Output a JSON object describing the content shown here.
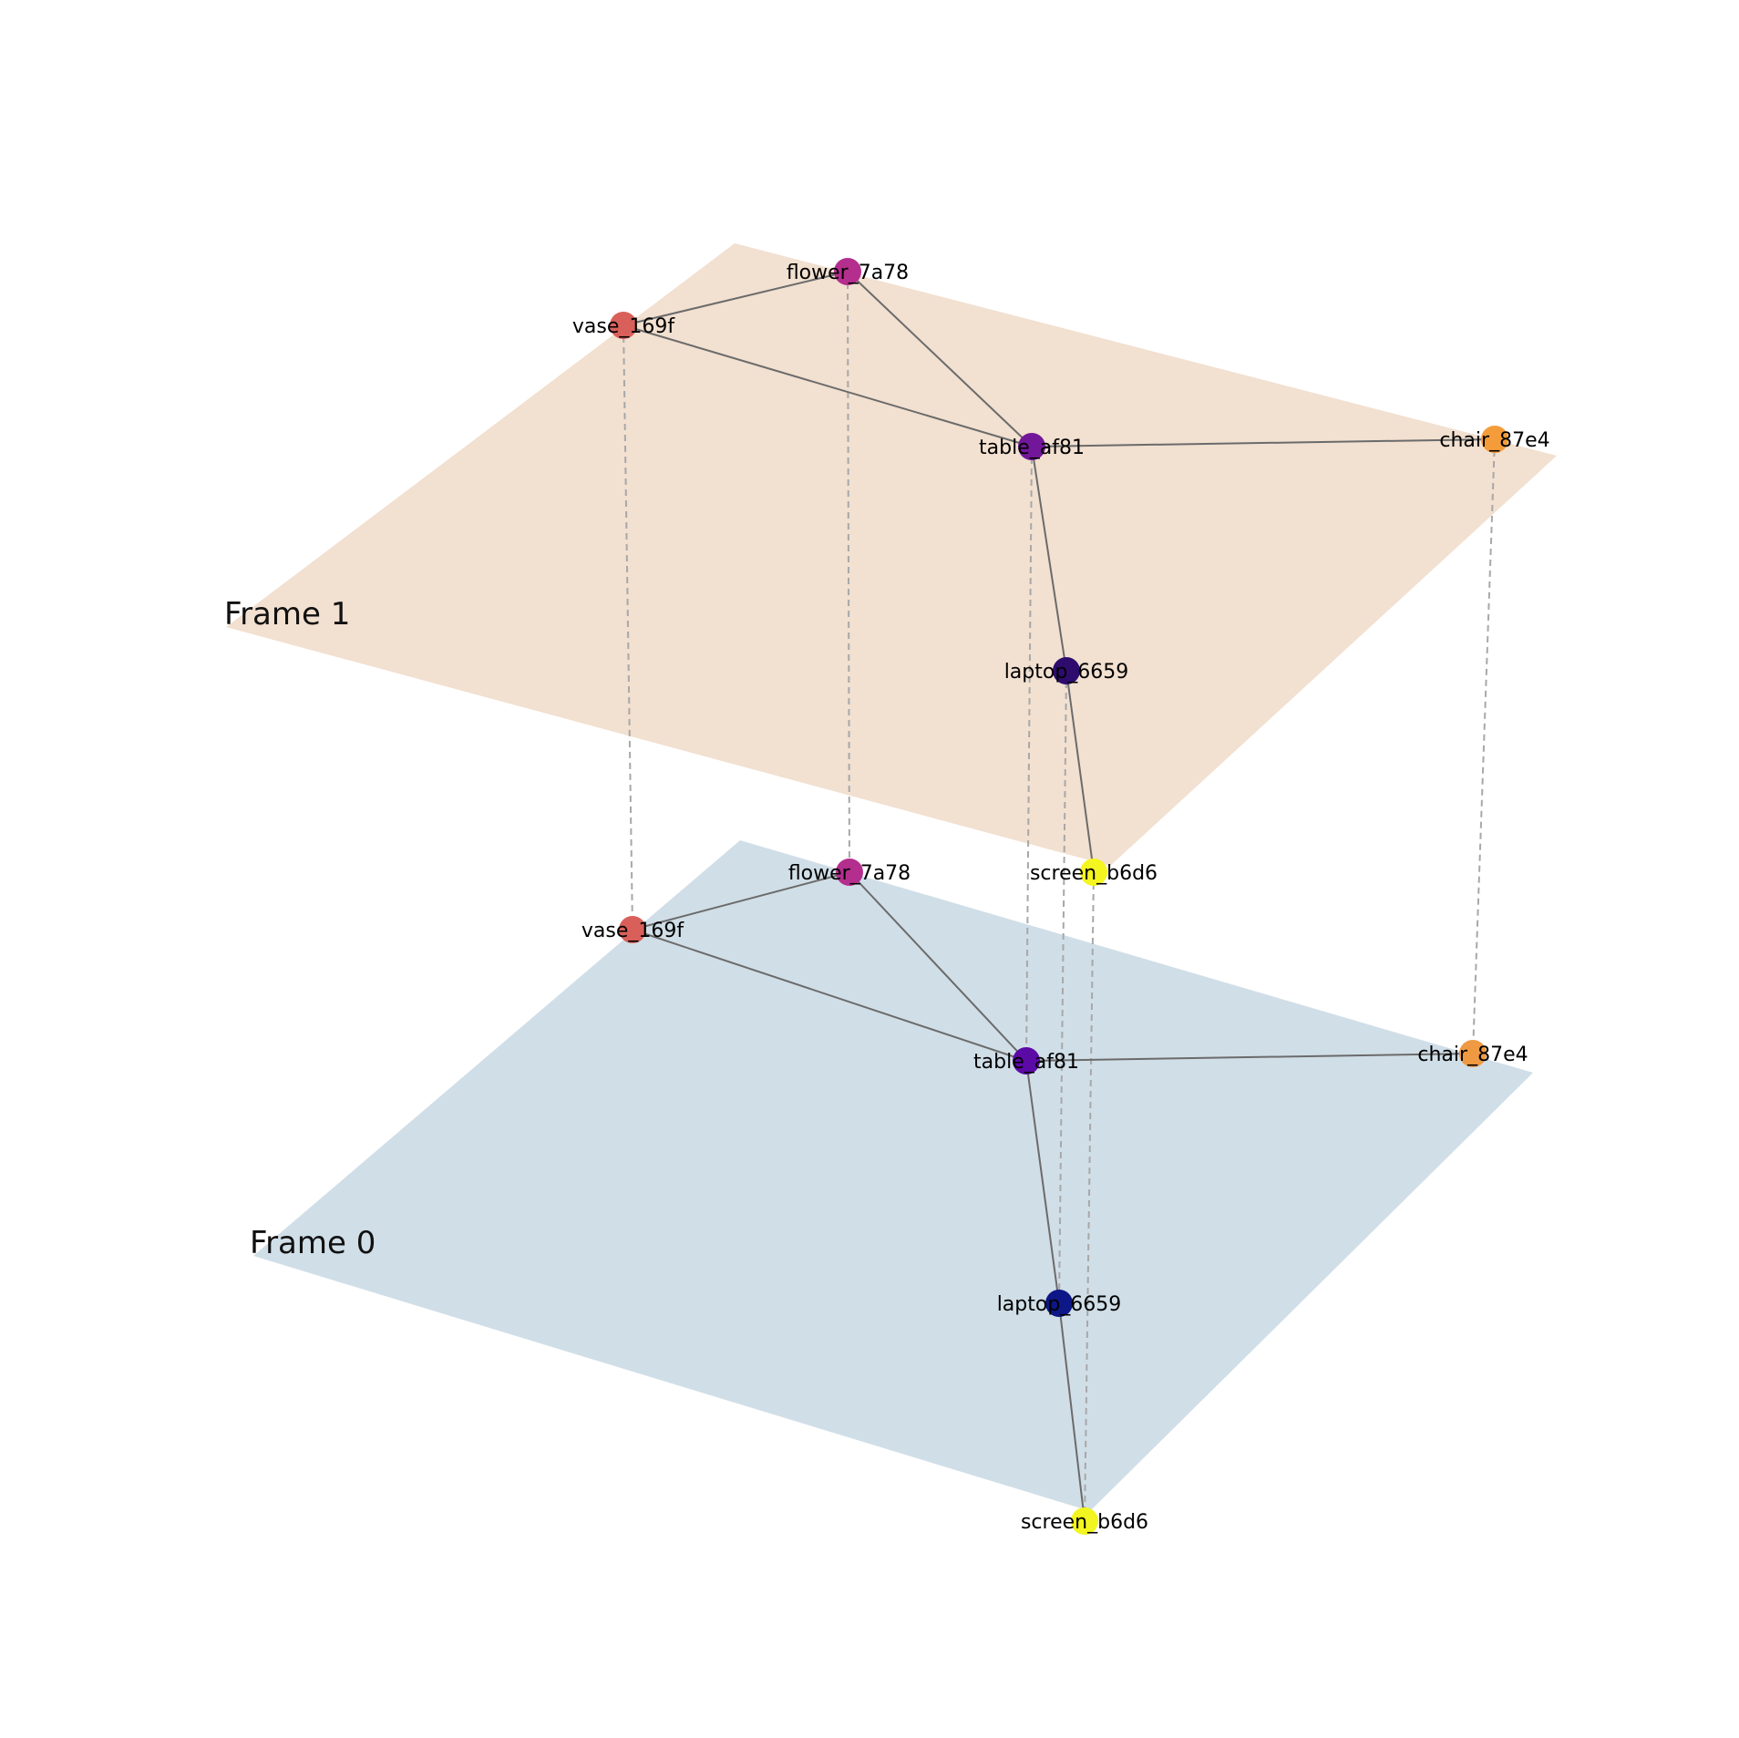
{
  "frames": [
    {
      "id": "frame0",
      "label": "Frame 0",
      "plane_color": "#d0dee7",
      "nodes": [
        {
          "id": "flower_7a78",
          "label": "flower_7a78",
          "color": "#b42e8e"
        },
        {
          "id": "vase_169f",
          "label": "vase_169f",
          "color": "#d9605a"
        },
        {
          "id": "table_af81",
          "label": "table_af81",
          "color": "#5c0aa6"
        },
        {
          "id": "chair_87e4",
          "label": "chair_87e4",
          "color": "#ef9a42"
        },
        {
          "id": "laptop_6659",
          "label": "laptop_6659",
          "color": "#0d1787"
        },
        {
          "id": "screen_b6d6",
          "label": "screen_b6d6",
          "color": "#f2f520"
        }
      ],
      "edges": [
        [
          "vase_169f",
          "flower_7a78"
        ],
        [
          "vase_169f",
          "table_af81"
        ],
        [
          "flower_7a78",
          "table_af81"
        ],
        [
          "table_af81",
          "chair_87e4"
        ],
        [
          "table_af81",
          "laptop_6659"
        ],
        [
          "laptop_6659",
          "screen_b6d6"
        ]
      ]
    },
    {
      "id": "frame1",
      "label": "Frame 1",
      "plane_color": "#f2e0d0",
      "nodes": [
        {
          "id": "flower_7a78",
          "label": "flower_7a78",
          "color": "#b42e8e"
        },
        {
          "id": "vase_169f",
          "label": "vase_169f",
          "color": "#d9605a"
        },
        {
          "id": "table_af81",
          "label": "table_af81",
          "color": "#73179a"
        },
        {
          "id": "chair_87e4",
          "label": "chair_87e4",
          "color": "#f59c3a"
        },
        {
          "id": "laptop_6659",
          "label": "laptop_6659",
          "color": "#2e0c6e"
        },
        {
          "id": "screen_b6d6",
          "label": "screen_b6d6",
          "color": "#f5f520"
        }
      ],
      "edges": [
        [
          "vase_169f",
          "flower_7a78"
        ],
        [
          "vase_169f",
          "table_af81"
        ],
        [
          "flower_7a78",
          "table_af81"
        ],
        [
          "table_af81",
          "chair_87e4"
        ],
        [
          "table_af81",
          "laptop_6659"
        ],
        [
          "laptop_6659",
          "screen_b6d6"
        ]
      ]
    }
  ],
  "correspondences": [
    "vase_169f",
    "flower_7a78",
    "table_af81",
    "laptop_6659",
    "screen_b6d6",
    "chair_87e4"
  ],
  "edge_color": "#6b6b6b",
  "link_color": "#a8a8a8"
}
